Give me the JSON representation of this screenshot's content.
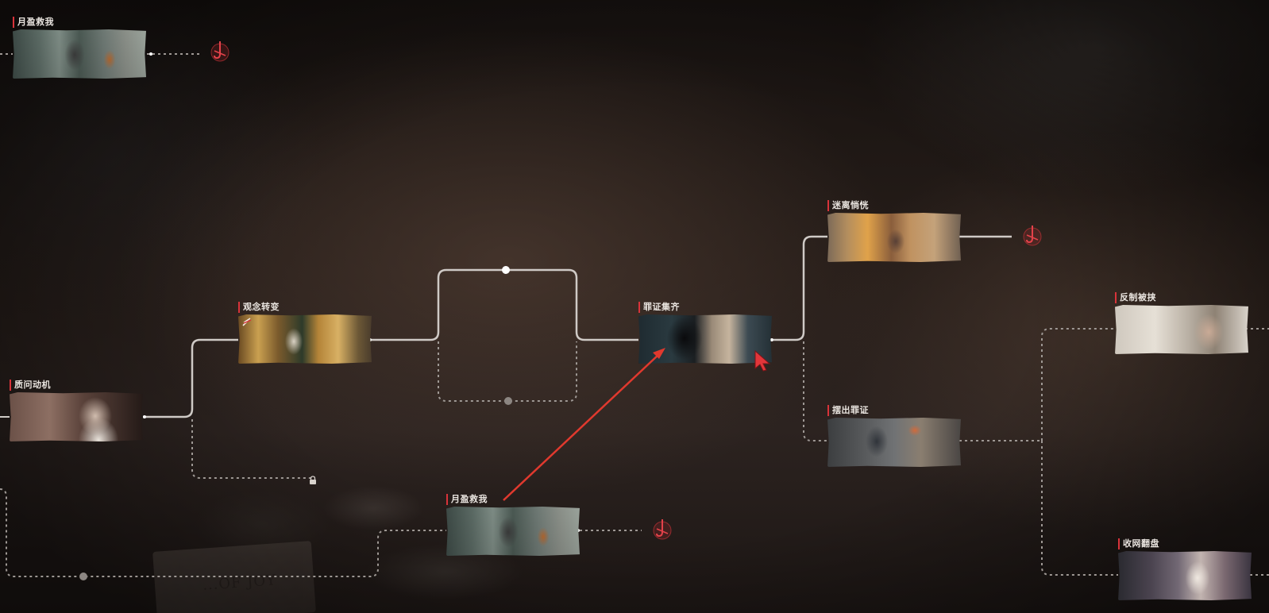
{
  "nodes": [
    {
      "id": "yueying-top",
      "title": "月盈救我",
      "icon": "",
      "scene": "market"
    },
    {
      "id": "guannian",
      "title": "观念转变",
      "icon": "lightning-icon",
      "scene": "bar"
    },
    {
      "id": "zhiwen",
      "title": "质问动机",
      "icon": "",
      "scene": "interview"
    },
    {
      "id": "zuizheng",
      "title": "罪证集齐",
      "icon": "",
      "scene": "screen"
    },
    {
      "id": "mili",
      "title": "迷离惝恍",
      "icon": "",
      "scene": "room"
    },
    {
      "id": "baichu",
      "title": "摆出罪证",
      "icon": "",
      "scene": "party"
    },
    {
      "id": "fanzhi",
      "title": "反制被挟",
      "icon": "",
      "scene": "kitchen"
    },
    {
      "id": "shouwang",
      "title": "收网翻盘",
      "icon": "",
      "scene": "cake"
    },
    {
      "id": "yueying-bottom",
      "title": "月盈救我",
      "icon": "",
      "scene": "market"
    }
  ],
  "end_markers": [
    {
      "id": "end-top-left",
      "icon": "hook-end-icon"
    },
    {
      "id": "end-mili",
      "icon": "hook-end-icon"
    },
    {
      "id": "end-yueying-bottom",
      "icon": "hook-end-icon"
    }
  ],
  "locks": [
    {
      "id": "lock-guannian-branch",
      "icon": "lock-icon"
    }
  ],
  "background": {
    "sign_text": "...OF JOY"
  },
  "colors": {
    "accent_red": "#d8333a",
    "line_solid": "#cfcac6",
    "line_dashed": "#9e9894",
    "arrow": "#e0392e"
  },
  "annotation": {
    "type": "arrow",
    "from": "yueying-bottom",
    "to": "zuizheng",
    "color": "#e0392e"
  },
  "cursor": {
    "icon": "red-pointer-cursor-icon"
  }
}
